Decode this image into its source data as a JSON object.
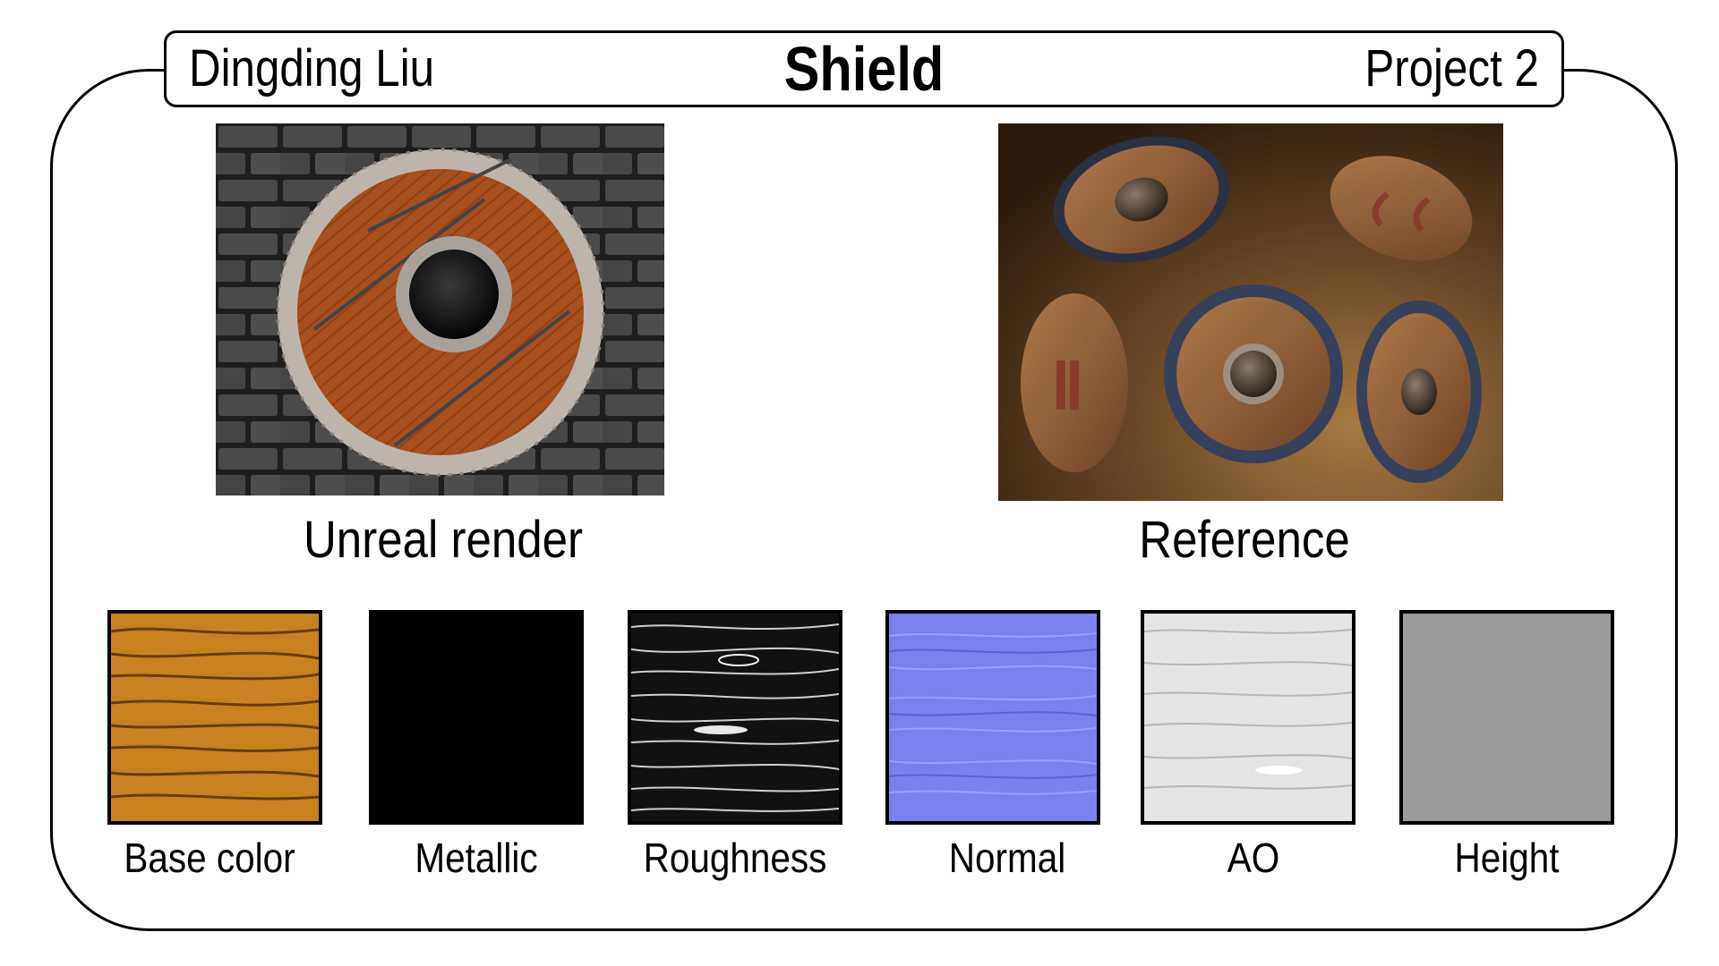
{
  "header": {
    "author": "Dingding Liu",
    "title": "Shield",
    "project": "Project 2"
  },
  "images": {
    "render_caption": "Unreal render",
    "reference_caption": "Reference"
  },
  "textures": [
    {
      "label": "Base color",
      "color": "#c9821f"
    },
    {
      "label": "Metallic",
      "color": "#000000"
    },
    {
      "label": "Roughness",
      "color": "#1a1a1a"
    },
    {
      "label": "Normal",
      "color": "#7d7ff0"
    },
    {
      "label": "AO",
      "color": "#e4e4e4"
    },
    {
      "label": "Height",
      "color": "#9a9a9a"
    }
  ]
}
